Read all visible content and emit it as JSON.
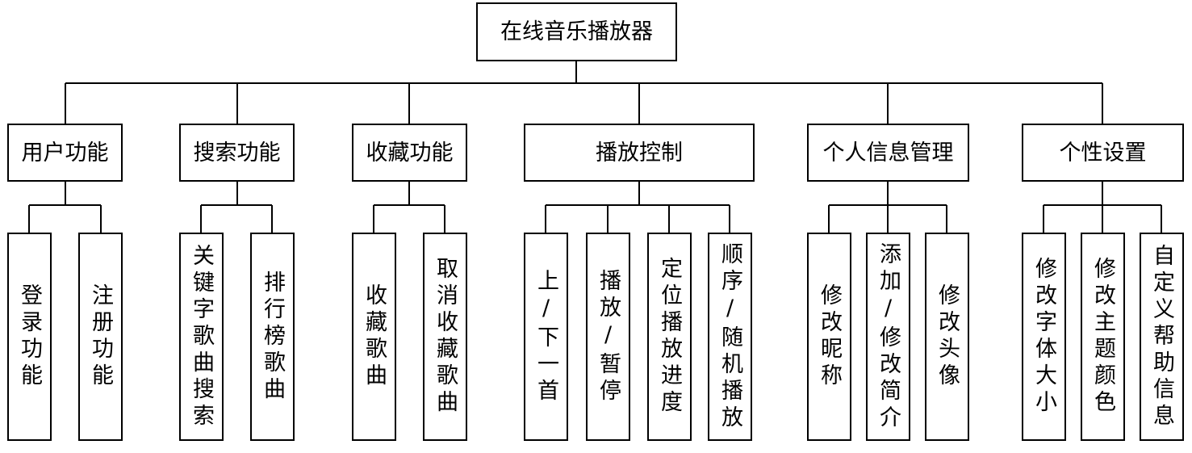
{
  "root": {
    "label": "在线音乐播放器"
  },
  "modules": [
    {
      "label": "用户功能",
      "children": [
        "登录功能",
        "注册功能"
      ]
    },
    {
      "label": "搜索功能",
      "children": [
        "关键字歌曲搜索",
        "排行榜歌曲"
      ]
    },
    {
      "label": "收藏功能",
      "children": [
        "收藏歌曲",
        "取消收藏歌曲"
      ]
    },
    {
      "label": "播放控制",
      "children": [
        "上/下一首",
        "播放/暂停",
        "定位播放进度",
        "顺序/随机播放"
      ]
    },
    {
      "label": "个人信息管理",
      "children": [
        "修改昵称",
        "添加/修改简介",
        "修改头像"
      ]
    },
    {
      "label": "个性设置",
      "children": [
        "修改字体大小",
        "修改主题颜色",
        "自定义帮助信息"
      ]
    }
  ]
}
